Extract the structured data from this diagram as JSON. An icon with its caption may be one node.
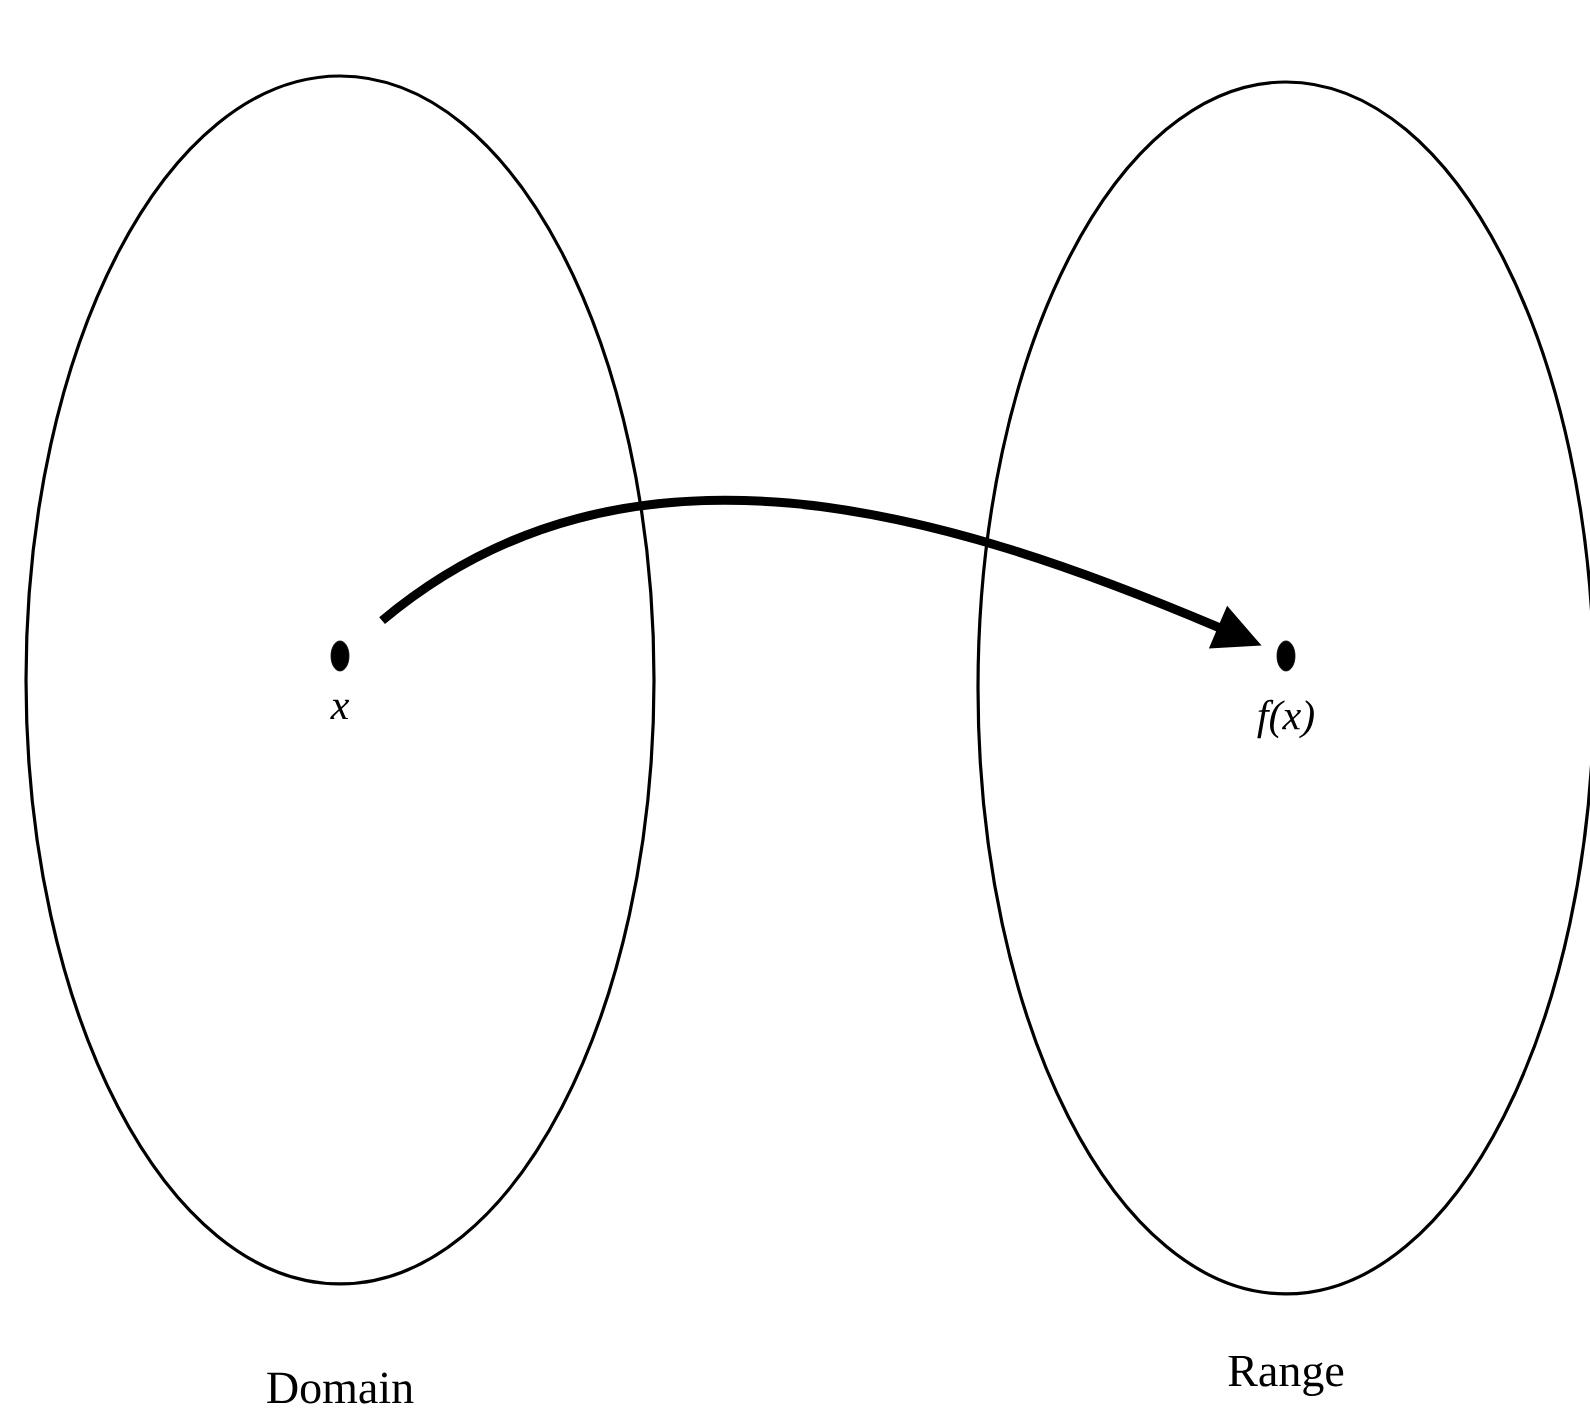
{
  "diagram": {
    "nodes": [
      {
        "text": [
          "Domain"
        ]
      },
      {
        "text": [
          "Range"
        ]
      },
      {
        "text": [],
        "shape": "circle",
        "in": 0,
        "beside": [
          "x"
        ]
      },
      {
        "text": [],
        "shape": "circle",
        "in": 1,
        "beside": [
          "f(x)"
        ]
      }
    ],
    "edges": [
      {
        "from": 2,
        "to": 3,
        "arrow": "to"
      }
    ]
  }
}
